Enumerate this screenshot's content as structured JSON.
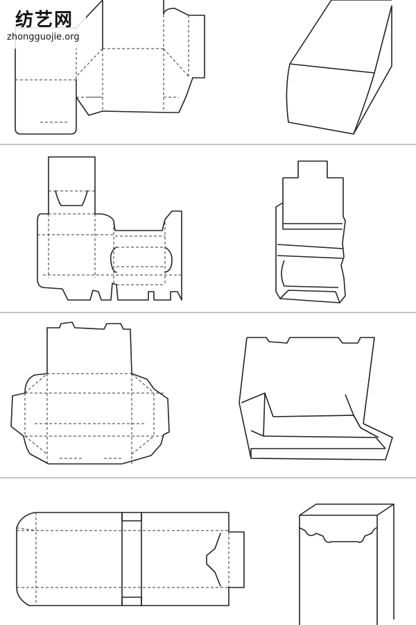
{
  "watermark": {
    "title": "纺艺网",
    "url": "zhongguojie.org"
  },
  "rows": [
    {
      "dieline": "straight-tuck-end box dieline",
      "model": "tall rectangular box"
    },
    {
      "dieline": "counter display dieline",
      "model": "counter display tray"
    },
    {
      "dieline": "lidded tray dieline",
      "model": "open-lid tray box"
    },
    {
      "dieline": "sleeve box dieline",
      "model": "sleeve box with thumb notch"
    }
  ],
  "colors": {
    "line": "#222222",
    "background": "#ffffff",
    "divider": "#888888"
  }
}
